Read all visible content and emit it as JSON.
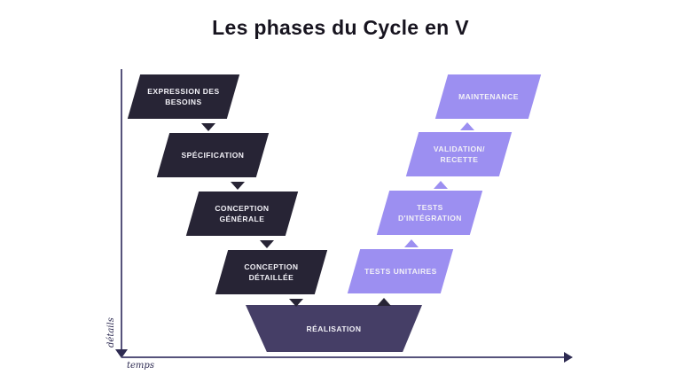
{
  "title": "Les phases du Cycle en V",
  "colors": {
    "title_text": "#17141f",
    "dark_box": "#272435",
    "bottom_box": "#453e66",
    "light_box": "#9c8ff1",
    "box_text": "#f2f1f7",
    "axis": "#56527b",
    "axis_dark": "#2e2b52"
  },
  "diagram": {
    "left_phases": [
      {
        "label": "EXPRESSION DES BESOINS"
      },
      {
        "label": "SPÉCIFICATION"
      },
      {
        "label": "CONCEPTION GÉNÉRALE"
      },
      {
        "label": "CONCEPTION DÉTAILLÉE"
      }
    ],
    "right_phases": [
      {
        "label": "TESTS UNITAIRES"
      },
      {
        "label": "TESTS D'INTÉGRATION"
      },
      {
        "label": "VALIDATION/ RECETTE"
      },
      {
        "label": "MAINTENANCE"
      }
    ],
    "bottom_phase": {
      "label": "RÉALISATION"
    },
    "axes": {
      "y_label": "détails",
      "x_label": "temps"
    }
  }
}
